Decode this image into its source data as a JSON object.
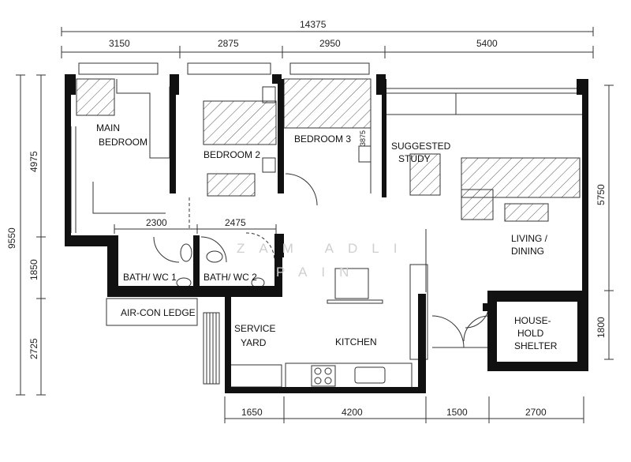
{
  "dimensions": {
    "top_total": "14375",
    "top": [
      "3150",
      "2875",
      "2950",
      "5400"
    ],
    "left_total": "9550",
    "left": [
      "4975",
      "1850",
      "2725"
    ],
    "right": [
      "5750",
      "1800"
    ],
    "bottom": [
      "1650",
      "4200",
      "1500",
      "2700"
    ],
    "bath1_width": "2300",
    "bath2_width": "2475",
    "bedroom3_small": "3875"
  },
  "rooms": {
    "main_bedroom_line1": "MAIN",
    "main_bedroom_line2": "BEDROOM",
    "bedroom2": "BEDROOM 2",
    "bedroom3": "BEDROOM 3",
    "study_line1": "SUGGESTED",
    "study_line2": "STUDY",
    "living_line1": "LIVING /",
    "living_line2": "DINING",
    "bath1": "BATH/ WC 1",
    "bath2": "BATH/ WC 2",
    "aircon_ledge": "AIR-CON LEDGE",
    "service_line1": "SERVICE",
    "service_line2": "YARD",
    "kitchen": "KITCHEN",
    "shelter_line1": "HOUSE-",
    "shelter_line2": "HOLD",
    "shelter_line3": "SHELTER"
  },
  "watermark": {
    "line1": "ZAM ADLI",
    "line2": "PAIN"
  },
  "colors": {
    "wall": "#111111",
    "line": "#333333",
    "hatch": "#555555"
  }
}
